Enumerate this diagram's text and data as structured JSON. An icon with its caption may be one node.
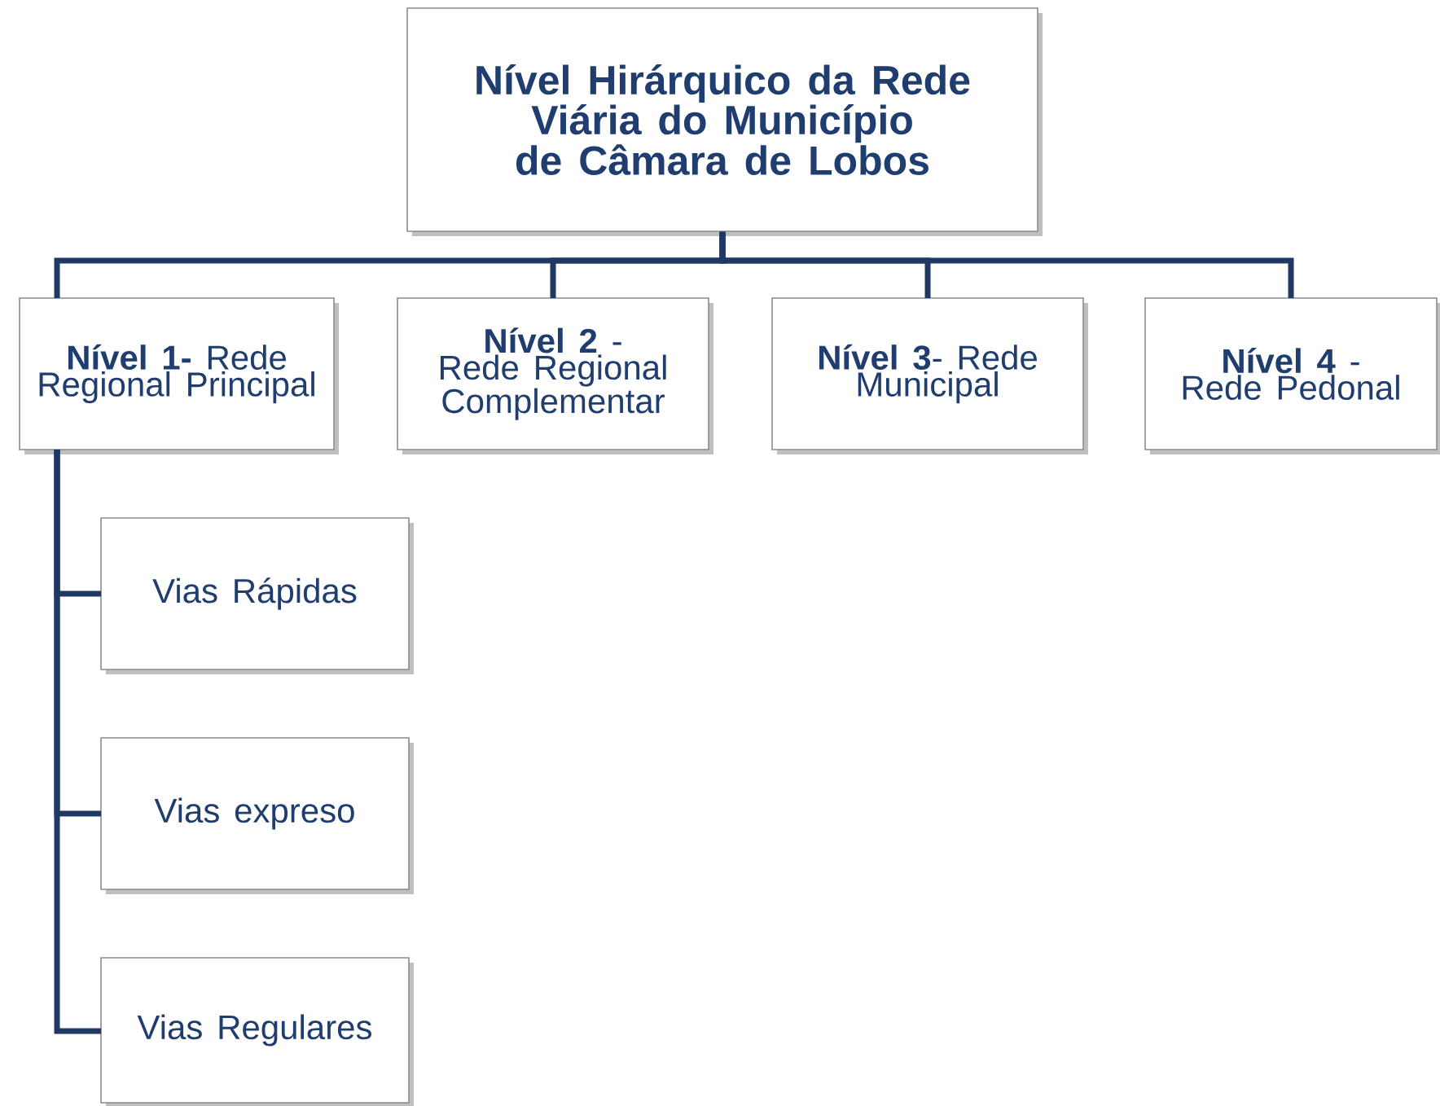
{
  "diagram": {
    "nodes": [
      {
        "text": [
          "Nível Hirárquico da Rede Viária do Município de Câmara de Lobos"
        ]
      },
      {
        "text": [
          "**Nível 1-** Rede Regional Principal"
        ]
      },
      {
        "text": [
          "**Nível 2** - Rede Regional Complementar"
        ]
      },
      {
        "text": [
          "**Nível 3**- Rede Municipal"
        ]
      },
      {
        "text": [
          "**Nível 4** - Rede Pedonal"
        ]
      },
      {
        "text": [
          "Vias Rápidas"
        ]
      },
      {
        "text": [
          "Vias expreso"
        ]
      },
      {
        "text": [
          "Vias Regulares"
        ]
      }
    ],
    "edges": [
      {
        "from": 0,
        "to": 1,
        "arrow": "none"
      },
      {
        "from": 0,
        "to": 2,
        "arrow": "none"
      },
      {
        "from": 0,
        "to": 3,
        "arrow": "none"
      },
      {
        "from": 0,
        "to": 4,
        "arrow": "none"
      },
      {
        "from": 1,
        "to": 5,
        "arrow": "none"
      },
      {
        "from": 1,
        "to": 6,
        "arrow": "none"
      },
      {
        "from": 1,
        "to": 7,
        "arrow": "none"
      }
    ]
  }
}
